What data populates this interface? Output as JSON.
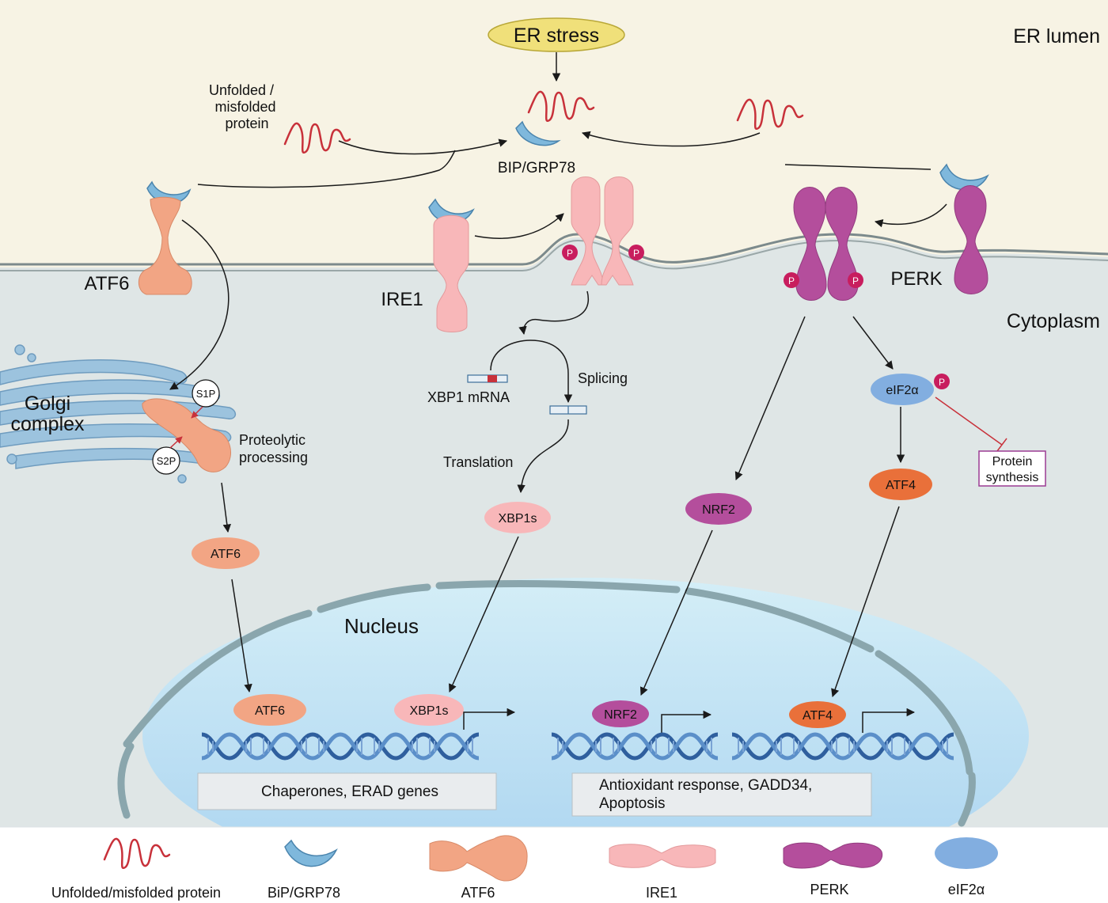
{
  "regions": {
    "er_stress": "ER stress",
    "er_lumen": "ER lumen",
    "cytoplasm": "Cytoplasm",
    "nucleus": "Nucleus",
    "golgi_line1": "Golgi",
    "golgi_line2": "complex"
  },
  "labels": {
    "unfolded_line1": "Unfolded /",
    "unfolded_line2": "misfolded",
    "unfolded_line3": "protein",
    "bip": "BIP/GRP78",
    "atf6": "ATF6",
    "ire1": "IRE1",
    "perk": "PERK",
    "s1p": "S1P",
    "s2p": "S2P",
    "proteolytic_line1": "Proteolytic",
    "proteolytic_line2": "processing",
    "xbp1_mrna": "XBP1 mRNA",
    "splicing": "Splicing",
    "translation": "Translation",
    "eif2a": "eIF2α",
    "protein_synthesis_line1": "Protein",
    "protein_synthesis_line2": "synthesis",
    "p": "P"
  },
  "transcription_factors": {
    "atf6_cyto": "ATF6",
    "xbp1s_cyto": "XBP1s",
    "nrf2_cyto": "NRF2",
    "atf4_cyto": "ATF4",
    "atf6_nuc": "ATF6",
    "xbp1s_nuc": "XBP1s",
    "nrf2_nuc": "NRF2",
    "atf4_nuc": "ATF4"
  },
  "gene_boxes": {
    "chaperones": "Chaperones, ERAD genes",
    "antioxidant_line1": "Antioxidant response, GADD34,",
    "antioxidant_line2": "Apoptosis"
  },
  "legend": {
    "unfolded": "Unfolded/misfolded protein",
    "bip": "BiP/GRP78",
    "atf6": "ATF6",
    "ire1": "IRE1",
    "perk": "PERK",
    "eif2a": "eIF2α"
  },
  "colors": {
    "er_lumen": "#f7f3e4",
    "cytoplasm": "#dfe6e6",
    "nucleus": "#bfe3f2",
    "er_stress": "#f0e07a",
    "unfolded": "#c8313a",
    "bip": "#7fb8dc",
    "atf6": "#f2a584",
    "ire1": "#f8b7b9",
    "perk": "#b44e9c",
    "eif2a": "#82aee0",
    "atf4": "#e9703a",
    "phospho": "#c81d5e",
    "inhibit": "#c8313a",
    "protein_synthesis_box": "#9b3b93"
  }
}
